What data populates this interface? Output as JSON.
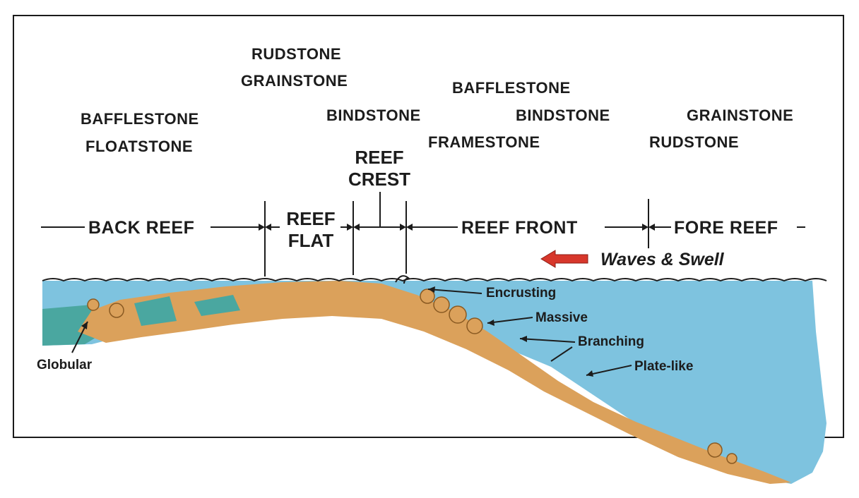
{
  "rock_types": {
    "back_reef_1": "BAFFLESTONE",
    "back_reef_2": "FLOATSTONE",
    "flat_1": "RUDSTONE",
    "flat_2": "GRAINSTONE",
    "crest_1": "BINDSTONE",
    "front_1": "BAFFLESTONE",
    "front_2": "BINDSTONE",
    "front_3": "FRAMESTONE",
    "fore_1": "GRAINSTONE",
    "fore_2": "RUDSTONE"
  },
  "zones": {
    "back_reef": "BACK REEF",
    "reef_flat_1": "REEF",
    "reef_flat_2": "FLAT",
    "reef_crest_1": "REEF",
    "reef_crest_2": "CREST",
    "reef_front": "REEF FRONT",
    "fore_reef": "FORE REEF"
  },
  "waves_label": "Waves & Swell",
  "coral_forms": {
    "globular": "Globular",
    "encrusting": "Encrusting",
    "massive": "Massive",
    "branching": "Branching",
    "plate_like": "Plate-like"
  },
  "colors": {
    "water": "#7ec3df",
    "reef": "#dba15b",
    "lagoon_green": "#4aa7a0",
    "arrow_red": "#d7372b",
    "text": "#1c1c1c"
  }
}
